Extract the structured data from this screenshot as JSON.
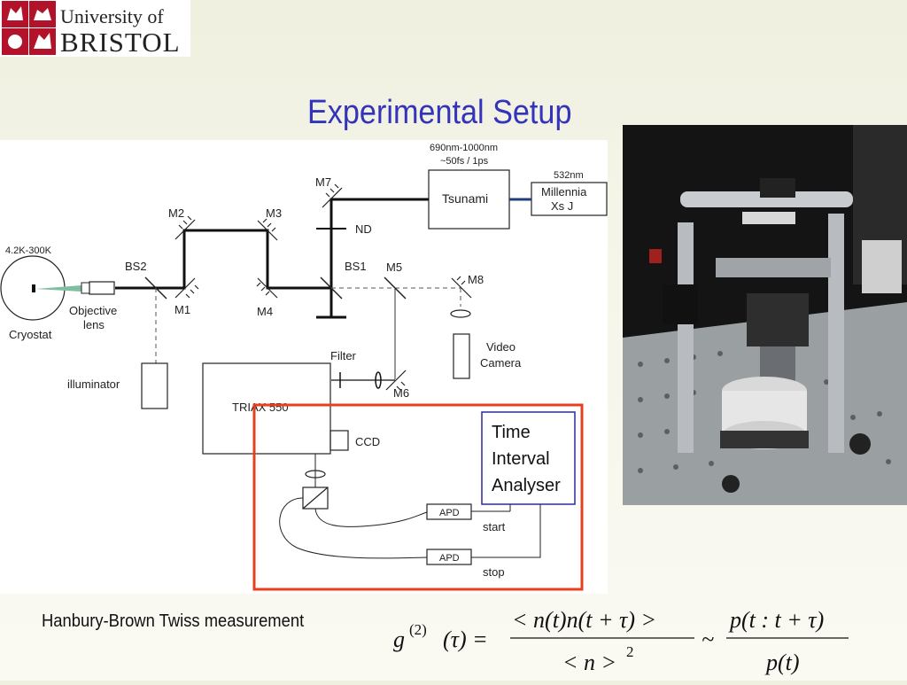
{
  "logo": {
    "line1": "University of",
    "line2": "BRISTOL"
  },
  "title": "Experimental Setup",
  "diagram": {
    "labels": {
      "laser_spec": "690nm-1000nm",
      "pulse_spec": "~50fs / 1ps",
      "pump_wavelength": "532nm",
      "tsunami": "Tsunami",
      "millennia_1": "Millennia",
      "millennia_2": "Xs J",
      "temperature": "4.2K-300K",
      "cryostat": "Cryostat",
      "objective_1": "Objective",
      "objective_2": "lens",
      "bs2": "BS2",
      "bs1": "BS1",
      "m1": "M1",
      "m2": "M2",
      "m3": "M3",
      "m4": "M4",
      "m5": "M5",
      "m6": "M6",
      "m7": "M7",
      "m8": "M8",
      "nd": "ND",
      "illuminator": "illuminator",
      "video_1": "Video",
      "video_2": "Camera",
      "filter": "Filter",
      "triax": "TRIAX 550",
      "ccd": "CCD",
      "apd_start": "APD",
      "apd_stop": "APD",
      "start": "start",
      "stop": "stop",
      "tia_1": "Time",
      "tia_2": "Interval",
      "tia_3": "Analyser"
    },
    "colors": {
      "beam": "#111111",
      "highlight": "#e8401c",
      "tia_border": "#2a2a9a",
      "pump_link": "#1f3f7a"
    }
  },
  "photo": {
    "alt_icon": "lab-apparatus-photo"
  },
  "caption": "Hanbury-Brown Twiss measurement",
  "formula": {
    "g_head": "g",
    "g_order": "(2)",
    "g_arg": "(τ) =",
    "numerator": "< n(t)n(t + τ) >",
    "denominator": "< n >",
    "denominator_exp": "2",
    "tilde": "~",
    "numerator2": "p(t : t + τ)",
    "denominator2": "p(t)"
  }
}
